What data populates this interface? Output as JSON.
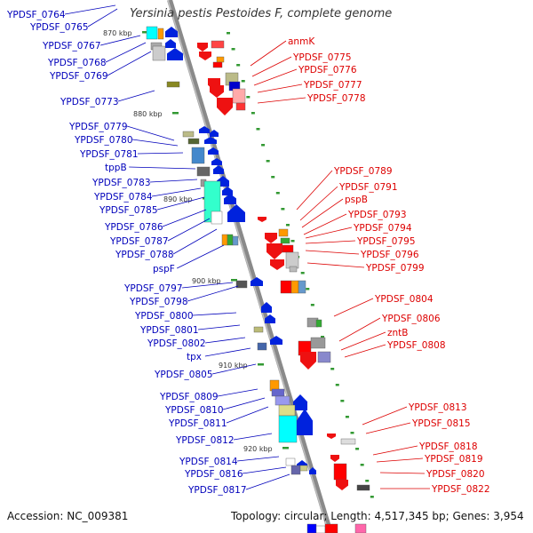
{
  "title": "Yersinia pestis Pestoides F, complete genome",
  "accession": "Accession: NC_009381",
  "topology": "Topology: circular; Length: 4,517,345 bp; Genes: 3,954",
  "colors": {
    "left_label": "#0000bb",
    "right_label": "#dd0000",
    "backbone": "#8a8a8a",
    "tick": "#339933",
    "forward_arrow": "#0022dd",
    "reverse_arrow": "#ee1111"
  },
  "kbp_ticks": [
    "870 kbp",
    "880 kbp",
    "890 kbp",
    "900 kbp",
    "910 kbp",
    "920 kbp"
  ],
  "left_labels": [
    "YPDSF_0764",
    "YPDSF_0765",
    "YPDSF_0767",
    "YPDSF_0768",
    "YPDSF_0769",
    "YPDSF_0773",
    "YPDSF_0779",
    "YPDSF_0780",
    "YPDSF_0781",
    "tppB",
    "YPDSF_0783",
    "YPDSF_0784",
    "YPDSF_0785",
    "YPDSF_0786",
    "YPDSF_0787",
    "YPDSF_0788",
    "pspF",
    "YPDSF_0797",
    "YPDSF_0798",
    "YPDSF_0800",
    "YPDSF_0801",
    "YPDSF_0802",
    "tpx",
    "YPDSF_0805",
    "YPDSF_0809",
    "YPDSF_0810",
    "YPDSF_0811",
    "YPDSF_0812",
    "YPDSF_0814",
    "YPDSF_0816",
    "YPDSF_0817"
  ],
  "right_labels": [
    "anmK",
    "YPDSF_0775",
    "YPDSF_0776",
    "YPDSF_0777",
    "YPDSF_0778",
    "YPDSF_0789",
    "YPDSF_0791",
    "pspB",
    "YPDSF_0793",
    "YPDSF_0794",
    "YPDSF_0795",
    "YPDSF_0796",
    "YPDSF_0799",
    "YPDSF_0804",
    "YPDSF_0806",
    "zntB",
    "YPDSF_0808",
    "YPDSF_0813",
    "YPDSF_0815",
    "YPDSF_0818",
    "YPDSF_0819",
    "YPDSF_0820",
    "YPDSF_0822"
  ]
}
